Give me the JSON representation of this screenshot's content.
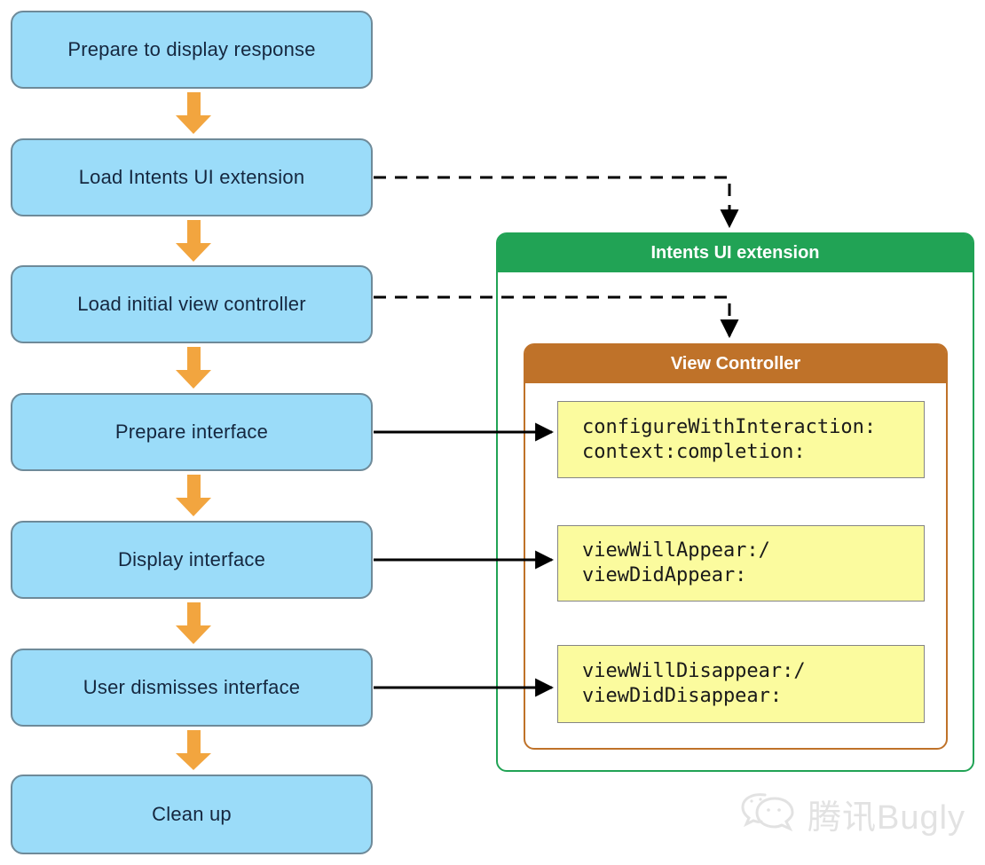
{
  "diagram": {
    "flow_steps": [
      "Prepare to display response",
      "Load Intents UI extension",
      "Load initial view controller",
      "Prepare interface",
      "Display interface",
      "User dismisses interface",
      "Clean up"
    ],
    "extension_panel": {
      "title": "Intents UI extension",
      "view_controller": {
        "title": "View Controller",
        "methods": [
          "configureWithInteraction:\ncontext:completion:",
          "viewWillAppear:/\nviewDidAppear:",
          "viewWillDisappear:/\nviewDidDisappear:"
        ]
      }
    }
  },
  "watermark": {
    "text": "腾讯Bugly"
  },
  "colors": {
    "box-fill": "#9BDCF9",
    "box-border": "#6E8A99",
    "box-text": "#15273F",
    "arrow-orange": "#F2A53F",
    "green": "#21A355",
    "brown": "#BF7229",
    "yellow-fill": "#FBFB9E",
    "yellow-border": "#858585",
    "code-text": "#1A1A1A",
    "connector": "#000000",
    "watermark": "#E2E2E2"
  }
}
